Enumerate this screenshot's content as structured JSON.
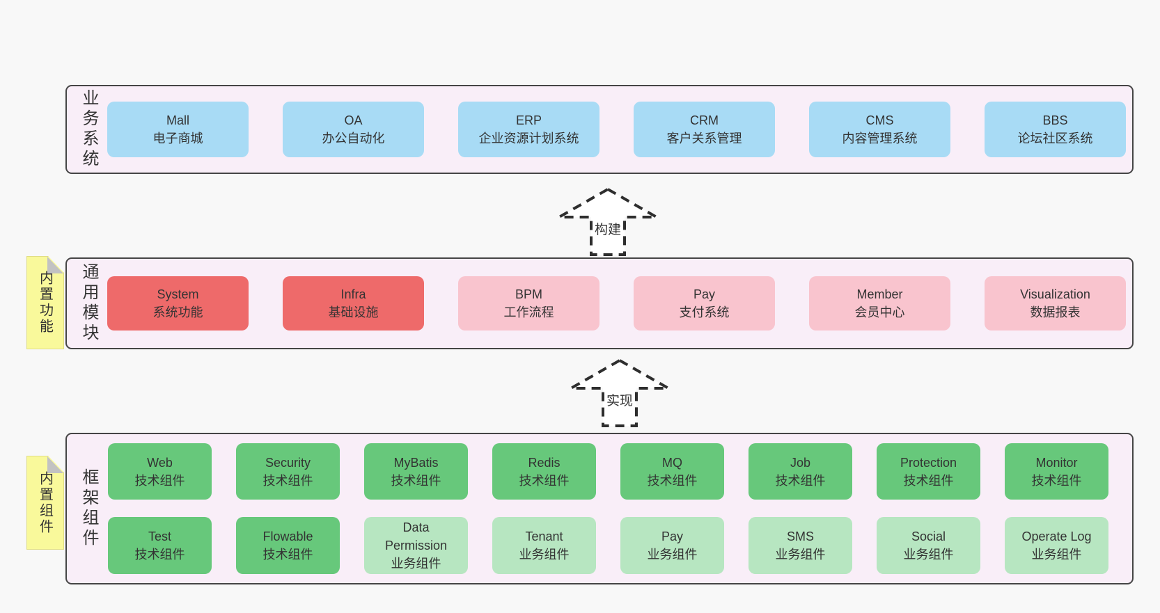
{
  "colors": {
    "background": "#f8f8f8",
    "band_fill": "#f9eef8",
    "band_border": "#454545",
    "blue": "#a8dbf5",
    "red": "#ee6a6a",
    "pink": "#f9c4ce",
    "green_dark": "#67c87b",
    "green_light": "#b7e6c1",
    "note_yellow": "#f9f99b",
    "text": "#333333"
  },
  "bands": [
    {
      "label": "业务系统",
      "boxes": [
        {
          "title": "Mall",
          "subtitle": "电子商城",
          "type": "blue"
        },
        {
          "title": "OA",
          "subtitle": "办公自动化",
          "type": "blue"
        },
        {
          "title": "ERP",
          "subtitle": "企业资源计划系统",
          "type": "blue"
        },
        {
          "title": "CRM",
          "subtitle": "客户关系管理",
          "type": "blue"
        },
        {
          "title": "CMS",
          "subtitle": "内容管理系统",
          "type": "blue"
        },
        {
          "title": "BBS",
          "subtitle": "论坛社区系统",
          "type": "blue"
        }
      ]
    },
    {
      "label": "通用模块",
      "note": "内置功能",
      "boxes": [
        {
          "title": "System",
          "subtitle": "系统功能",
          "type": "red"
        },
        {
          "title": "Infra",
          "subtitle": "基础设施",
          "type": "red"
        },
        {
          "title": "BPM",
          "subtitle": "工作流程",
          "type": "pink"
        },
        {
          "title": "Pay",
          "subtitle": "支付系统",
          "type": "pink"
        },
        {
          "title": "Member",
          "subtitle": "会员中心",
          "type": "pink"
        },
        {
          "title": "Visualization",
          "subtitle": "数据报表",
          "type": "pink"
        }
      ]
    },
    {
      "label": "框架组件",
      "note": "内置组件",
      "rows": [
        [
          {
            "title": "Web",
            "subtitle": "技术组件",
            "type": "green_dark"
          },
          {
            "title": "Security",
            "subtitle": "技术组件",
            "type": "green_dark"
          },
          {
            "title": "MyBatis",
            "subtitle": "技术组件",
            "type": "green_dark"
          },
          {
            "title": "Redis",
            "subtitle": "技术组件",
            "type": "green_dark"
          },
          {
            "title": "MQ",
            "subtitle": "技术组件",
            "type": "green_dark"
          },
          {
            "title": "Job",
            "subtitle": "技术组件",
            "type": "green_dark"
          },
          {
            "title": "Protection",
            "subtitle": "技术组件",
            "type": "green_dark"
          },
          {
            "title": "Monitor",
            "subtitle": "技术组件",
            "type": "green_dark"
          }
        ],
        [
          {
            "title": "Test",
            "subtitle": "技术组件",
            "type": "green_dark"
          },
          {
            "title": "Flowable",
            "subtitle": "技术组件",
            "type": "green_dark"
          },
          {
            "title": "Data Permission",
            "subtitle": "业务组件",
            "type": "green_light"
          },
          {
            "title": "Tenant",
            "subtitle": "业务组件",
            "type": "green_light"
          },
          {
            "title": "Pay",
            "subtitle": "业务组件",
            "type": "green_light"
          },
          {
            "title": "SMS",
            "subtitle": "业务组件",
            "type": "green_light"
          },
          {
            "title": "Social",
            "subtitle": "业务组件",
            "type": "green_light"
          },
          {
            "title": "Operate Log",
            "subtitle": "业务组件",
            "type": "green_light"
          }
        ]
      ]
    }
  ],
  "arrows": [
    {
      "label": "构建"
    },
    {
      "label": "实现"
    }
  ]
}
